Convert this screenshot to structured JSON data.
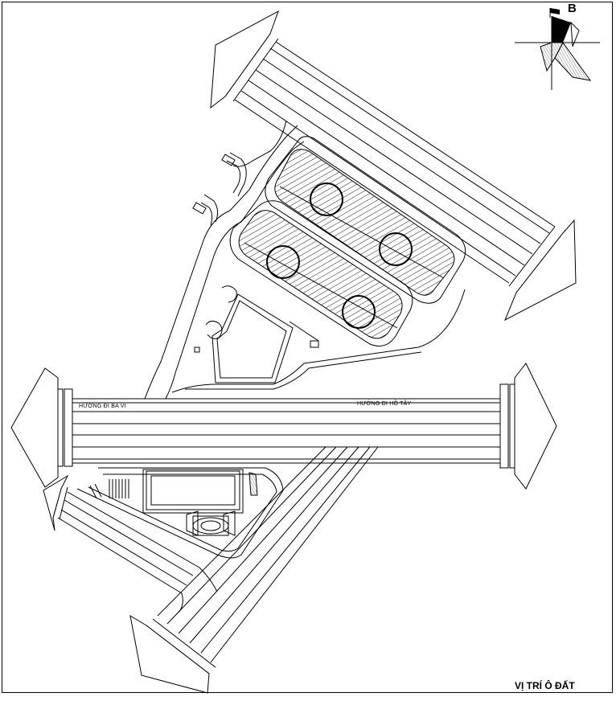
{
  "north_label": "B",
  "road_label_left": "HƯỚNG ĐI BA VÌ",
  "road_label_right": "HƯỚNG ĐI HỒ TÂY",
  "title": "VỊ TRÍ Ô ĐẤT"
}
